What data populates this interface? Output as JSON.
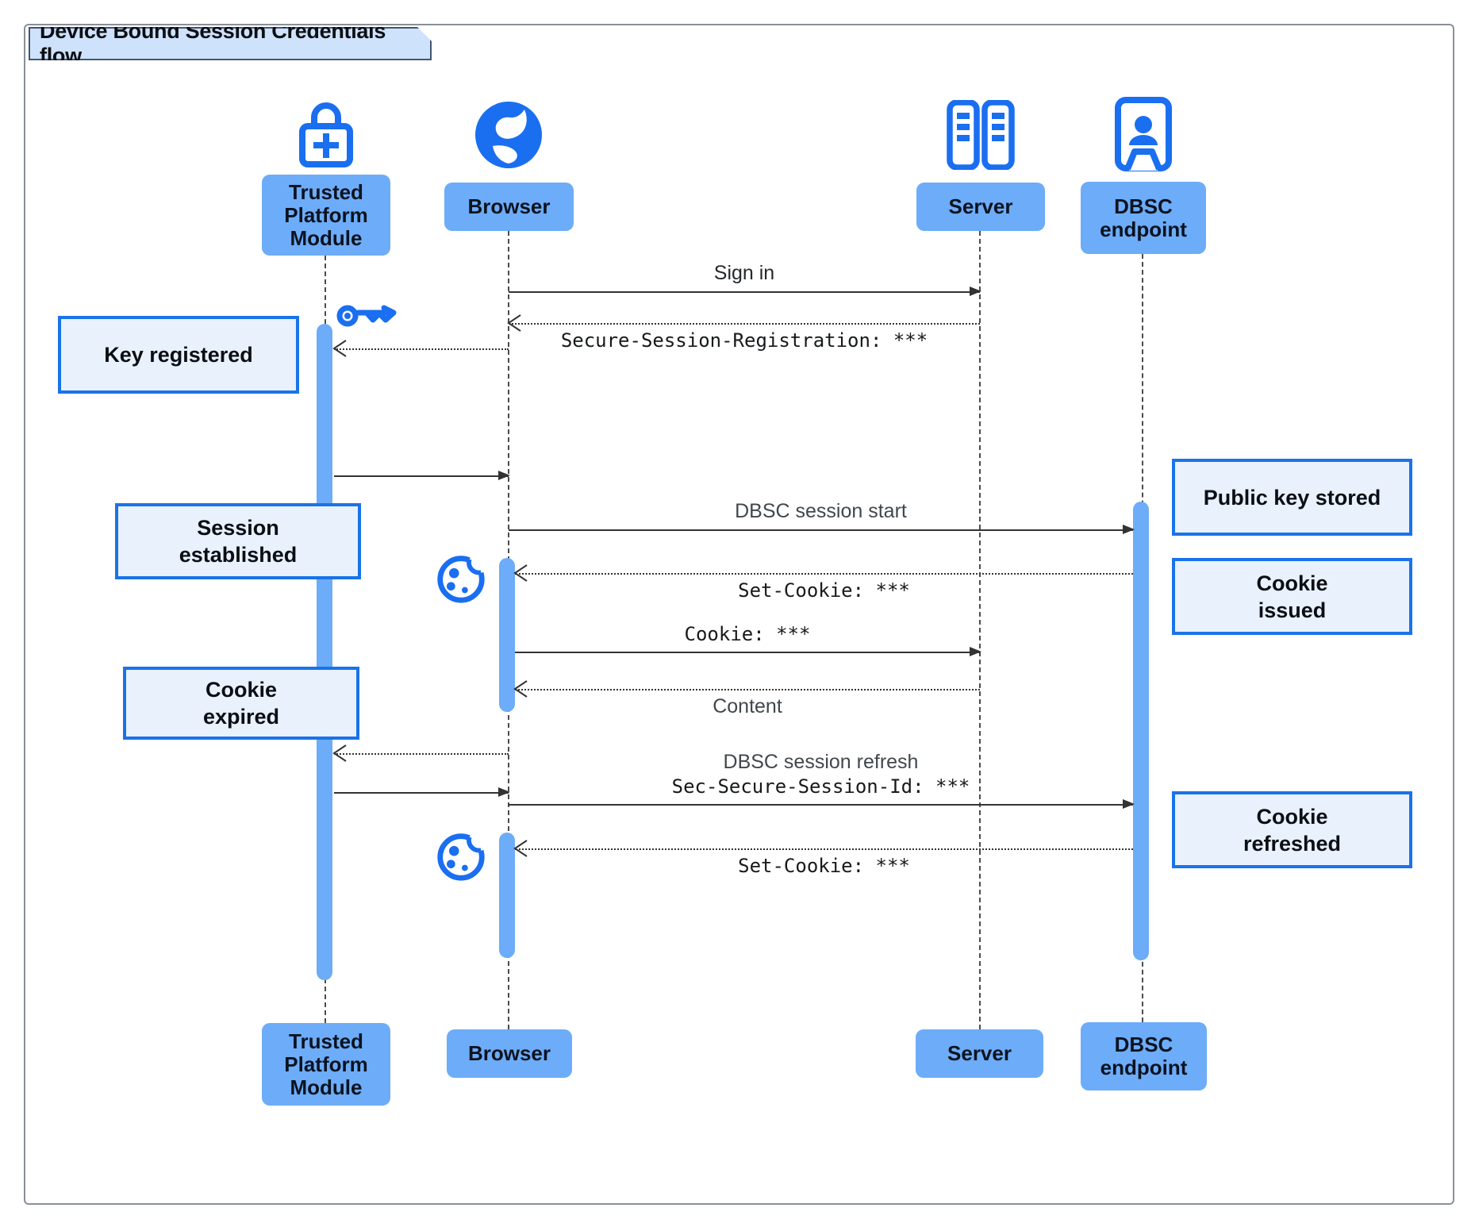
{
  "title": "Device Bound Session Credentials flow",
  "colors": {
    "icon_blue": "#1a6ef0",
    "participant_fill": "#6dacf8",
    "activation_fill": "#6dacf8",
    "note_fill": "#e9f1fd",
    "note_border": "#1a73e8",
    "title_fill": "#cfe2fb",
    "arrow": "#333333"
  },
  "participants": [
    {
      "id": "tpm",
      "label": "Trusted\nPlatform\nModule",
      "icon": "lock-plus-icon"
    },
    {
      "id": "browser",
      "label": "Browser",
      "icon": "globe-icon"
    },
    {
      "id": "server",
      "label": "Server",
      "icon": "server-rack-icon"
    },
    {
      "id": "dbsc",
      "label": "DBSC\nendpoint",
      "icon": "endpoint-person-icon"
    }
  ],
  "messages": [
    {
      "from": "browser",
      "to": "server",
      "style": "solid",
      "label": "Sign in"
    },
    {
      "from": "server",
      "to": "browser",
      "style": "dashed",
      "label_mono": "Secure-Session-Registration: ***"
    },
    {
      "from": "browser",
      "to": "tpm",
      "style": "dashed"
    },
    {
      "from": "tpm",
      "to": "browser",
      "style": "solid"
    },
    {
      "from": "browser",
      "to": "dbsc",
      "style": "solid",
      "label": "DBSC session start"
    },
    {
      "from": "dbsc",
      "to": "browser",
      "style": "dashed",
      "label_mono": "Set-Cookie: ***"
    },
    {
      "from": "browser",
      "to": "server",
      "style": "solid",
      "label_mono": "Cookie: ***"
    },
    {
      "from": "server",
      "to": "browser",
      "style": "dashed",
      "label": "Content"
    },
    {
      "from": "browser",
      "to": "tpm",
      "style": "dashed"
    },
    {
      "from": "tpm",
      "to": "browser",
      "style": "solid"
    },
    {
      "from": "browser",
      "to": "dbsc",
      "style": "solid",
      "label": "DBSC session refresh",
      "label_mono": "Sec-Secure-Session-Id: ***"
    },
    {
      "from": "dbsc",
      "to": "browser",
      "style": "dashed",
      "label_mono": "Set-Cookie: ***"
    }
  ],
  "notes": [
    {
      "side": "left",
      "label": "Key registered"
    },
    {
      "side": "left",
      "label": "Session\nestablished"
    },
    {
      "side": "left",
      "label": "Cookie\nexpired"
    },
    {
      "side": "right",
      "label": "Public key stored"
    },
    {
      "side": "right",
      "label": "Cookie\nissued"
    },
    {
      "side": "right",
      "label": "Cookie\nrefreshed"
    }
  ],
  "decorations": [
    {
      "icon": "key-icon"
    },
    {
      "icon": "cookie-icon"
    },
    {
      "icon": "cookie-icon"
    }
  ]
}
